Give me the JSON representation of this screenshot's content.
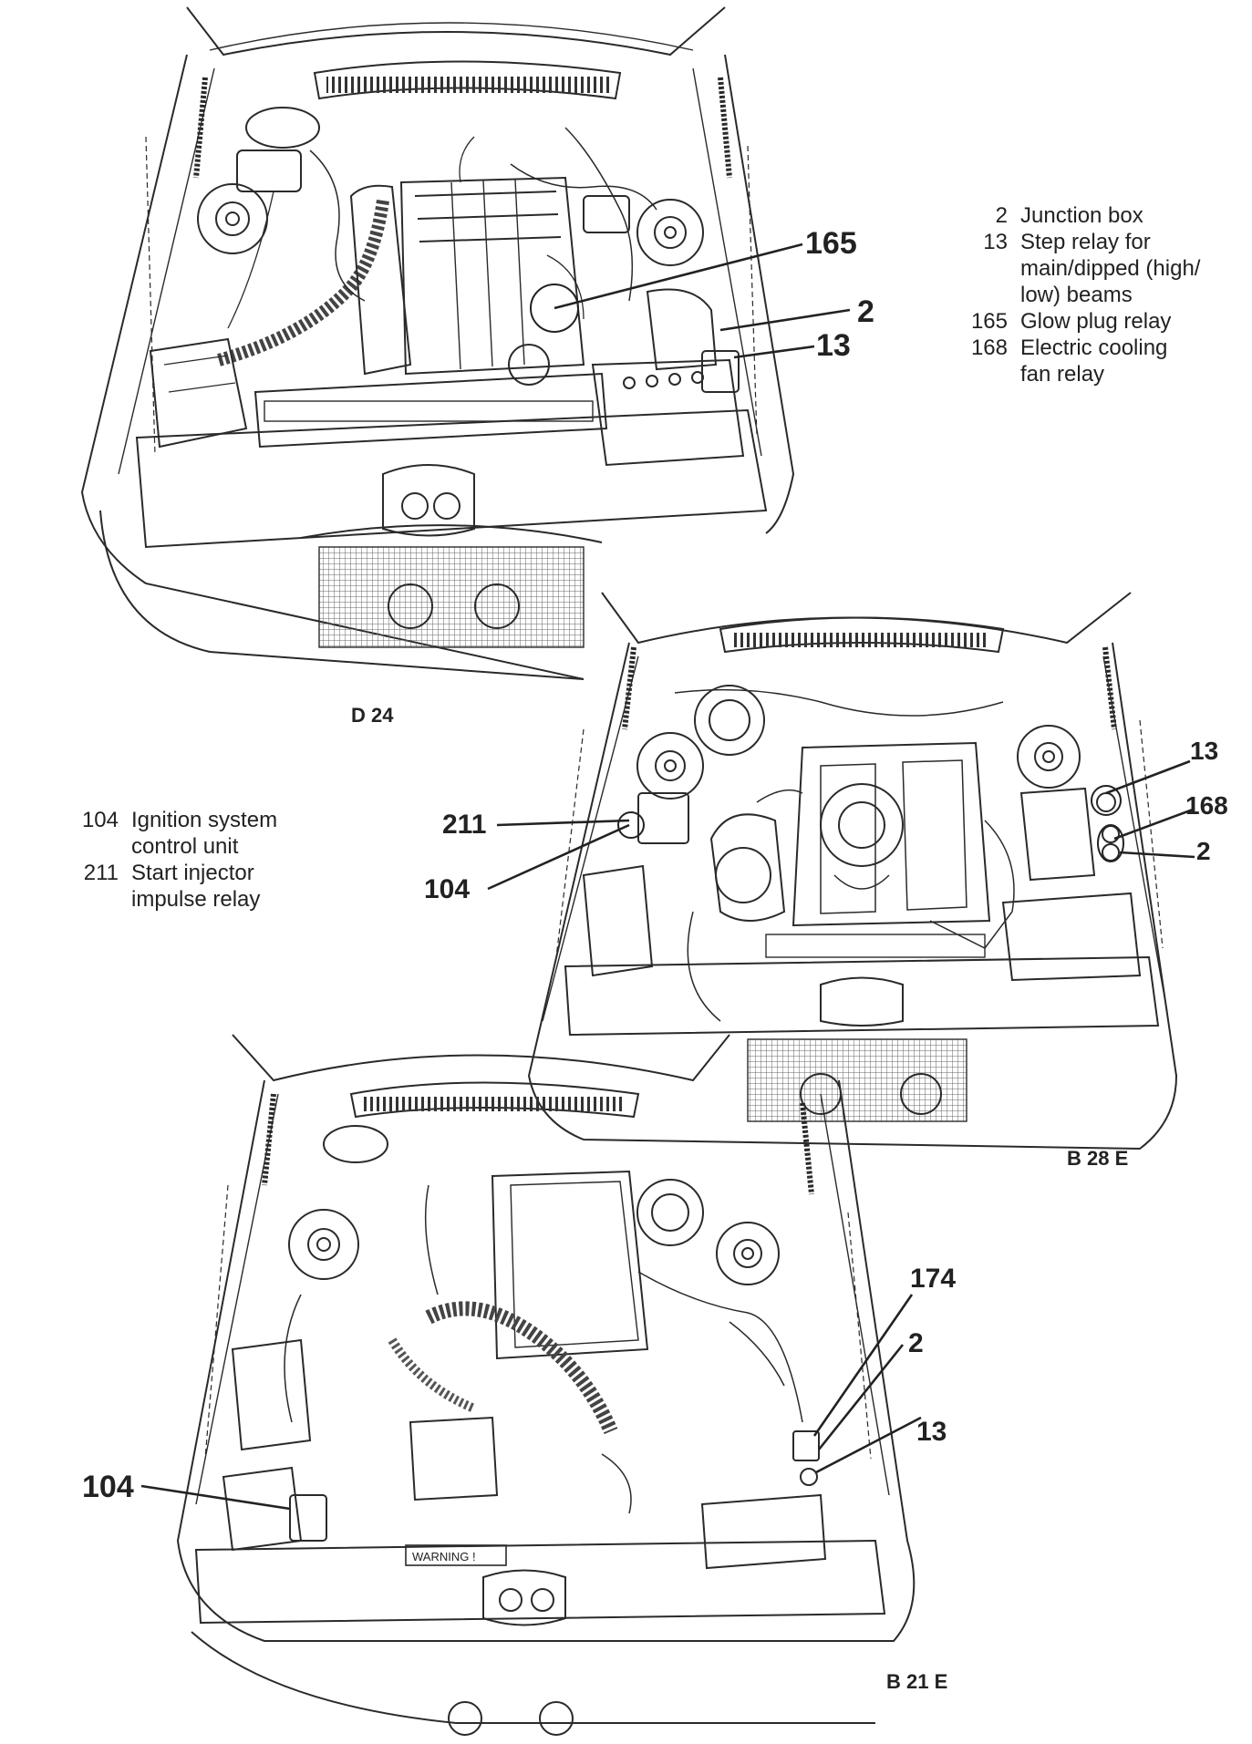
{
  "legend_top": [
    {
      "num": "2",
      "text": "Junction box"
    },
    {
      "num": "13",
      "text": "Step relay for main/dipped (high/ low) beams"
    },
    {
      "num": "165",
      "text": "Glow plug relay"
    },
    {
      "num": "168",
      "text": "Electric cooling fan relay"
    }
  ],
  "legend_mid": [
    {
      "num": "104",
      "text": "Ignition system control unit"
    },
    {
      "num": "211",
      "text": "Start injector impulse relay"
    }
  ],
  "panels": {
    "d24": {
      "caption": "D 24",
      "callouts": [
        {
          "id": "165",
          "text": "165"
        },
        {
          "id": "2",
          "text": "2"
        },
        {
          "id": "13",
          "text": "13"
        }
      ]
    },
    "b28e": {
      "caption": "B 28 E",
      "callouts": [
        {
          "id": "211",
          "text": "211"
        },
        {
          "id": "104",
          "text": "104"
        },
        {
          "id": "13",
          "text": "13"
        },
        {
          "id": "168",
          "text": "168"
        },
        {
          "id": "2",
          "text": "2"
        }
      ]
    },
    "b21e": {
      "caption": "B 21 E",
      "warning": "WARNING !",
      "callouts": [
        {
          "id": "104",
          "text": "104"
        },
        {
          "id": "174",
          "text": "174"
        },
        {
          "id": "2",
          "text": "2"
        },
        {
          "id": "13",
          "text": "13"
        }
      ]
    }
  }
}
